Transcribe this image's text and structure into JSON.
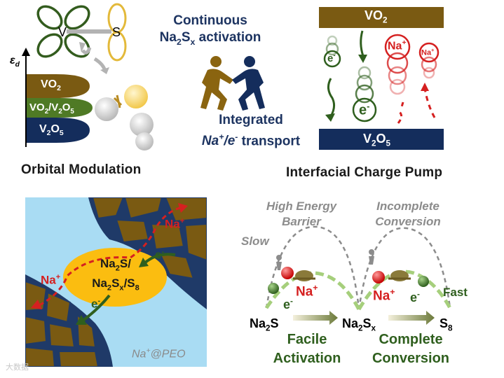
{
  "top_left": {
    "axis_label": "ε",
    "axis_sub": "d",
    "vanadium": "V",
    "sulfur": "S",
    "bands": [
      {
        "label": "VO",
        "sub": "2",
        "rest": "",
        "rest_sub": "",
        "color": "#7a5a12"
      },
      {
        "label": "VO",
        "sub": "2",
        "rest": "/V",
        "rest_sub": "2",
        "tail": "O",
        "tail_sub": "5",
        "color": "#4f7a25"
      },
      {
        "label": "V",
        "sub": "2",
        "rest": "O",
        "rest_sub": "5",
        "color": "#142d5c"
      }
    ],
    "title": "Orbital Modulation"
  },
  "top_center": {
    "line1": "Continuous",
    "line2_a": "Na",
    "line2_sub1": "2",
    "line2_b": "S",
    "line2_sub2": "x",
    "line2_c": " activation",
    "line3": "Integrated",
    "line4_a": "Na",
    "line4_sup1": "+",
    "line4_b": "/e",
    "line4_sup2": "-",
    "line4_c": " transport"
  },
  "top_right": {
    "top_bar": "VO",
    "top_bar_sub": "2",
    "bottom_bar": "V",
    "bottom_bar_sub1": "2",
    "bottom_bar_mid": "O",
    "bottom_bar_sub2": "5",
    "electron": "e",
    "electron_sup": "-",
    "sodium": "Na",
    "sodium_sup": "+",
    "title": "Interfacial Charge Pump"
  },
  "bottom_left": {
    "center_line1": "Na",
    "center_line1_sub": "2",
    "center_line1_b": "S/",
    "center_line2_a": "Na",
    "center_line2_sub1": "2",
    "center_line2_b": "S",
    "center_line2_sub2": "x",
    "center_line2_c": "/S",
    "center_line2_sub3": "8",
    "na_label": "Na",
    "na_sup": "+",
    "e_label": "e",
    "e_sup": "-",
    "corner_label_a": "Na",
    "corner_label_sup": "+",
    "corner_label_b": "@PEO"
  },
  "bottom_right": {
    "barrier1_l1": "High Energy",
    "barrier1_l2": "Barrier",
    "barrier2_l1": "Incomplete",
    "barrier2_l2": "Conversion",
    "slow": "Slow",
    "fast": "Fast",
    "species": [
      {
        "a": "Na",
        "s": "2",
        "b": "S",
        "s2": ""
      },
      {
        "a": "Na",
        "s": "2",
        "b": "S",
        "s2": "x"
      },
      {
        "a": "S",
        "s": "8",
        "b": "",
        "s2": ""
      }
    ],
    "left_l1": "Facile",
    "left_l2": "Activation",
    "right_l1": "Complete",
    "right_l2": "Conversion",
    "na": "Na",
    "na_sup": "+",
    "e": "e",
    "e_sup": "-"
  },
  "watermark": "大数据"
}
